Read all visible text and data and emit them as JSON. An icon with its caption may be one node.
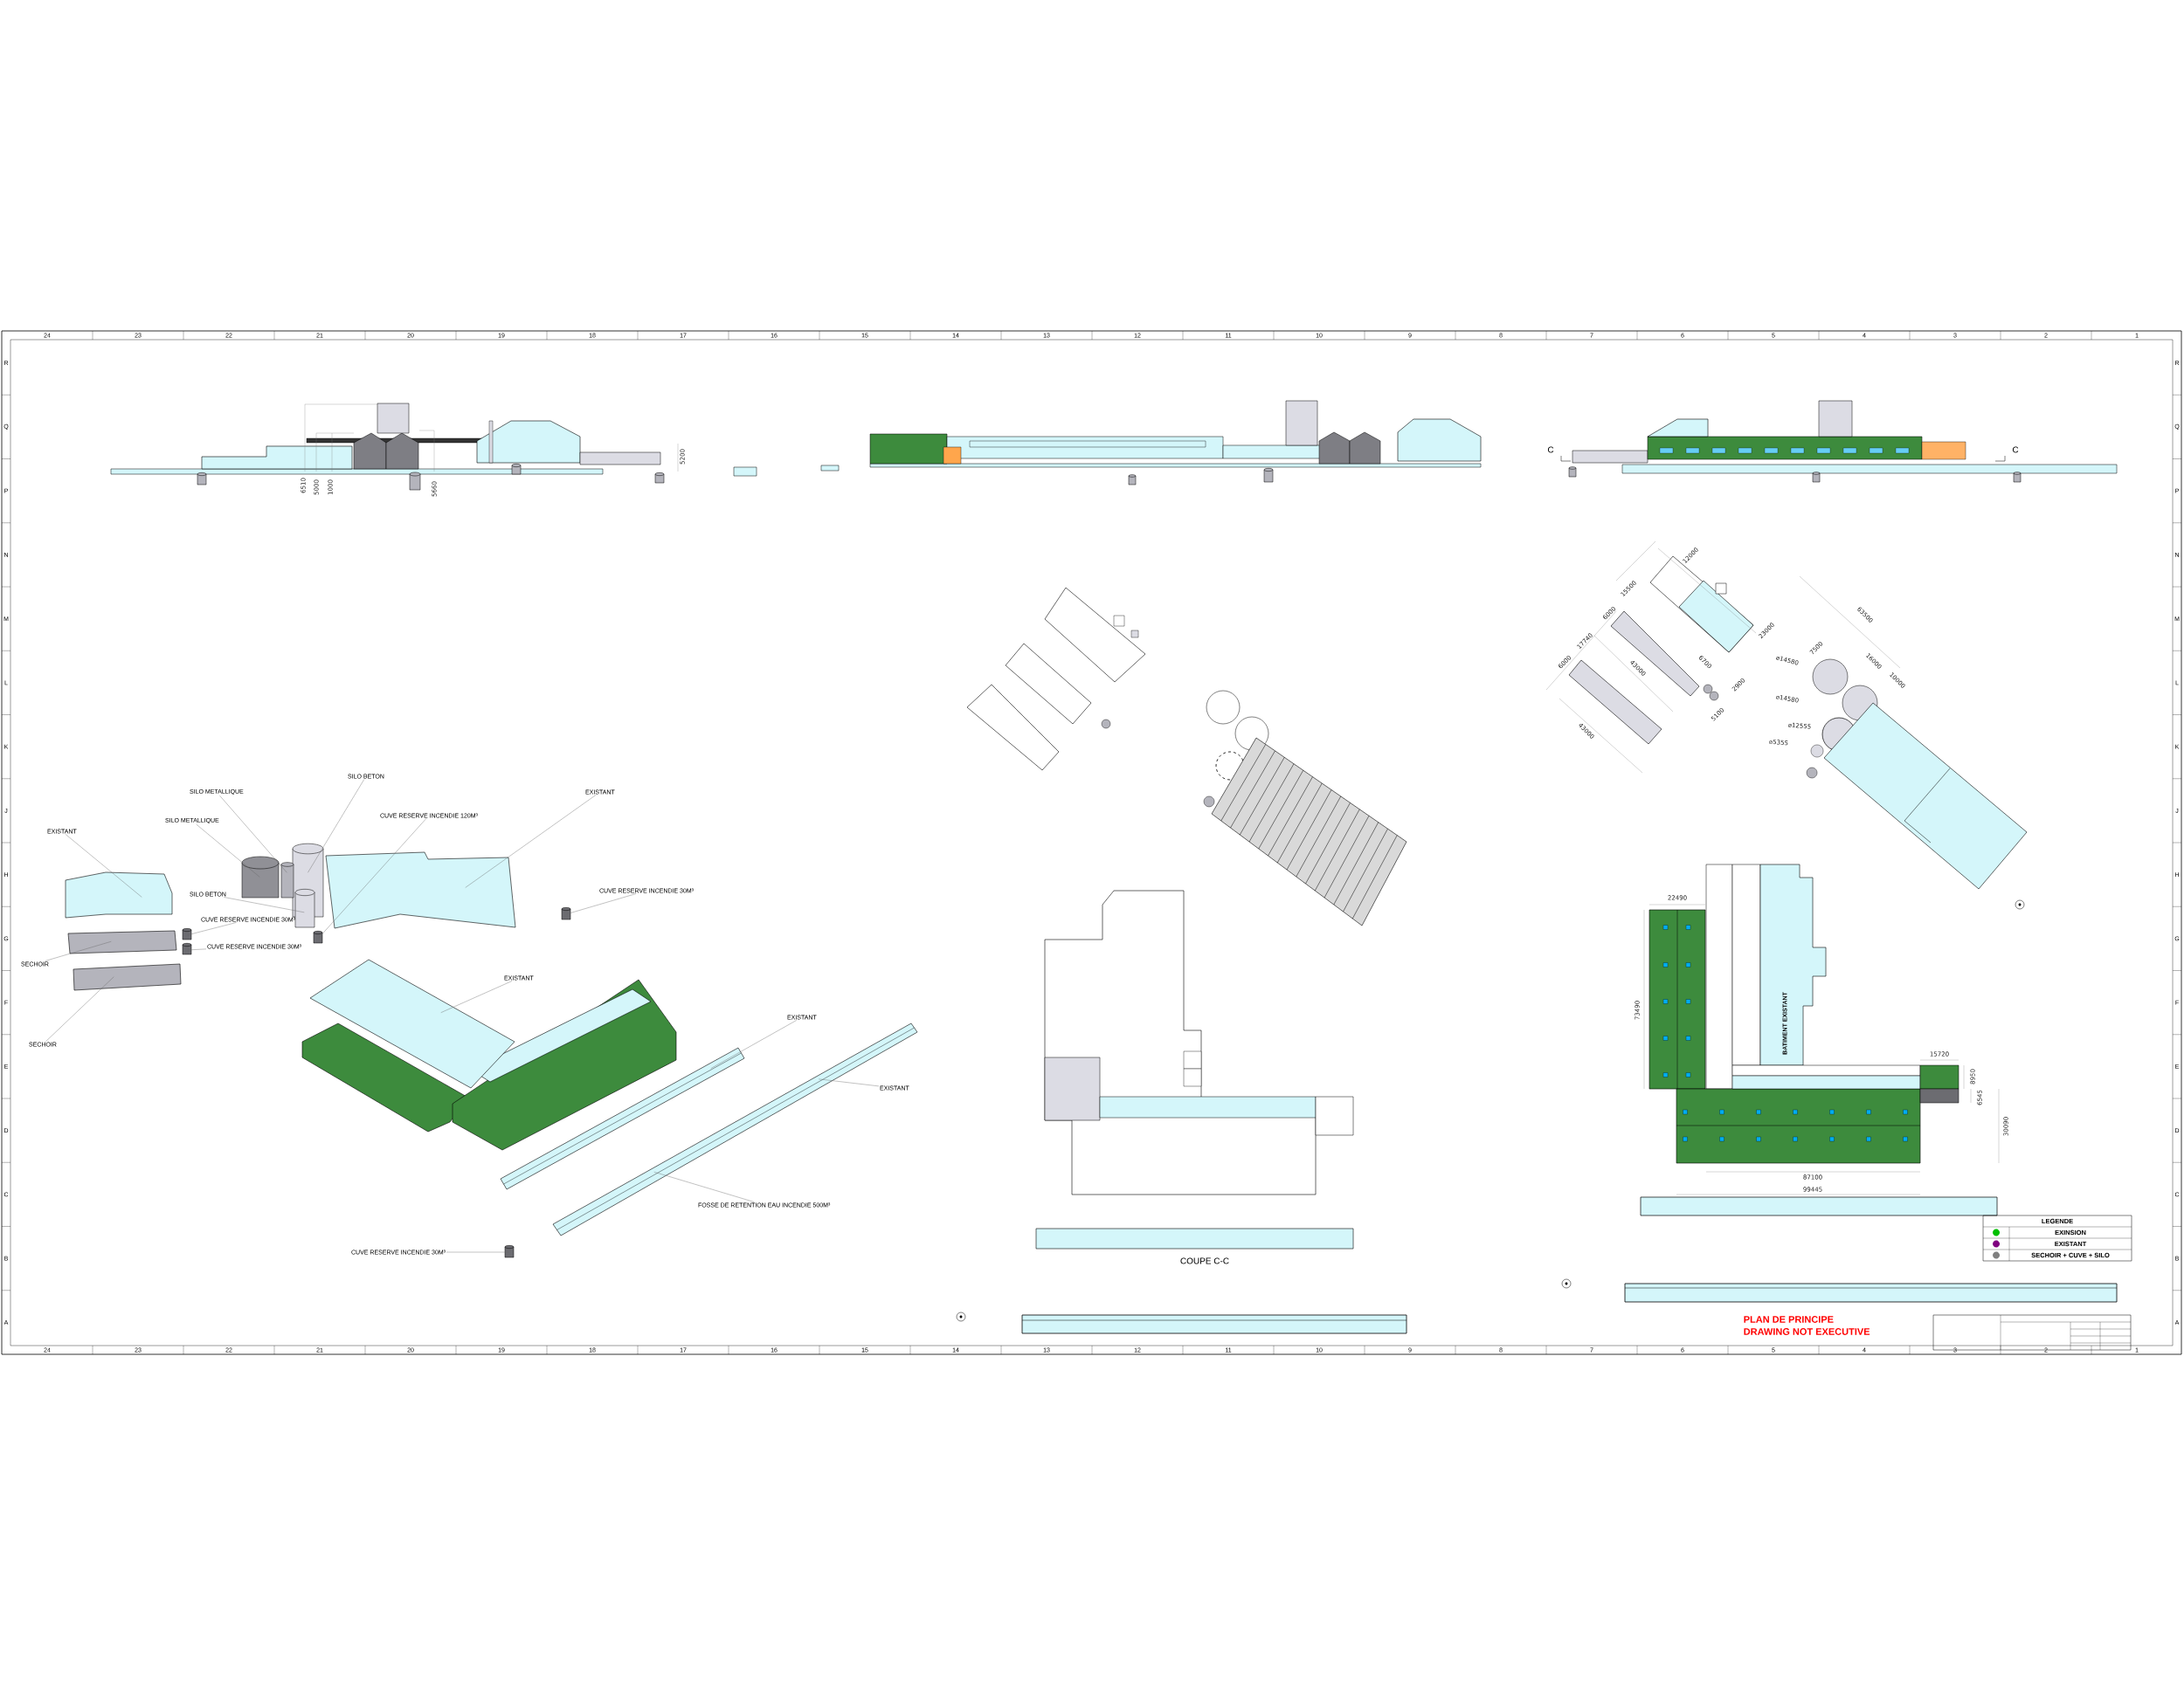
{
  "diagram": {
    "nodes": [
      {
        "text": [
          "SILO BETON"
        ]
      },
      {
        "text": [
          "SILO METALLIQUE"
        ]
      },
      {
        "text": [
          "EXISTANT"
        ]
      },
      {
        "text": [
          "CUVE RESERVE INCENDIE 120M³"
        ]
      },
      {
        "text": [
          "SILO METALLIQUE"
        ]
      },
      {
        "text": [
          "EXISTANT"
        ]
      },
      {
        "text": [
          "CUVE RESERVE INCENDIE 30M³"
        ]
      },
      {
        "text": [
          "SILO BETON"
        ]
      },
      {
        "text": [
          "CUVE RESERVE INCENDIE 30M³"
        ]
      },
      {
        "text": [
          "CUVE RESERVE INCENDIE 30M³"
        ]
      },
      {
        "text": [
          "SECHOIR"
        ]
      },
      {
        "text": [
          "EXISTANT"
        ]
      },
      {
        "text": [
          "EXISTANT"
        ]
      },
      {
        "text": [
          "SECHOIR"
        ]
      },
      {
        "text": [
          "EXISTANT"
        ]
      },
      {
        "text": [
          "FOSSE DE RETENTION EAU INCENDIE 500M³"
        ]
      },
      {
        "text": [
          "CUVE RESERVE INCENDIE 30M³"
        ]
      },
      {
        "text": [],
        "shape": "cylinder"
      },
      {
        "text": [],
        "shape": "cylinder"
      },
      {
        "text": [],
        "shape": "box"
      },
      {
        "text": [],
        "shape": "cylinder"
      },
      {
        "text": [],
        "shape": "box"
      },
      {
        "text": [],
        "shape": "cylinder"
      },
      {
        "text": [],
        "shape": "cylinder"
      },
      {
        "text": [],
        "shape": "cylinder"
      },
      {
        "text": [],
        "shape": "cylinder"
      },
      {
        "text": [],
        "shape": "cylinder"
      },
      {
        "text": [],
        "shape": "box"
      },
      {
        "text": [],
        "shape": "box"
      },
      {
        "text": [],
        "shape": "box"
      },
      {
        "text": [],
        "shape": "bar"
      },
      {
        "text": [],
        "shape": "bar"
      },
      {
        "text": [],
        "shape": "cylinder"
      }
    ],
    "edges": [
      {
        "from": 0,
        "to": 17,
        "arrow": "none"
      },
      {
        "from": 1,
        "to": 18,
        "arrow": "none"
      },
      {
        "from": 2,
        "to": 19,
        "arrow": "none"
      },
      {
        "from": 3,
        "to": 23,
        "arrow": "none"
      },
      {
        "from": 4,
        "to": 20,
        "arrow": "none"
      },
      {
        "from": 5,
        "to": 21,
        "arrow": "none"
      },
      {
        "from": 6,
        "to": 24,
        "arrow": "none"
      },
      {
        "from": 7,
        "to": 22,
        "arrow": "none"
      },
      {
        "from": 8,
        "to": 25,
        "arrow": "none"
      },
      {
        "from": 9,
        "to": 26,
        "arrow": "none"
      },
      {
        "from": 10,
        "to": 27,
        "arrow": "none"
      },
      {
        "from": 11,
        "to": 29,
        "arrow": "none"
      },
      {
        "from": 12,
        "to": 30,
        "arrow": "none"
      },
      {
        "from": 13,
        "to": 28,
        "arrow": "none"
      },
      {
        "from": 14,
        "to": 31,
        "arrow": "none"
      },
      {
        "from": 15,
        "to": 31,
        "arrow": "none"
      },
      {
        "from": 16,
        "to": 32,
        "arrow": "none"
      }
    ],
    "labels": [
      "24",
      "23",
      "22",
      "21",
      "20",
      "19",
      "18",
      "17",
      "16",
      "15",
      "14",
      "13",
      "12",
      "11",
      "10",
      "9",
      "8",
      "7",
      "6",
      "5",
      "4",
      "3",
      "2",
      "1",
      "R",
      "Q",
      "P",
      "N",
      "M",
      "L",
      "K",
      "J",
      "H",
      "G",
      "F",
      "E",
      "D",
      "C",
      "B",
      "A",
      "6510",
      "5000",
      "1000",
      "5660",
      "5200",
      "C",
      "C",
      "12000",
      "15500",
      "6000",
      "17740",
      "6000",
      "43000",
      "6700",
      "2900",
      "43000",
      "5100",
      "23000",
      "63500",
      "7500",
      "⌀14580",
      "16000",
      "10000",
      "⌀14580",
      "⌀12555",
      "⌀5355",
      "22490",
      "73490",
      "BATIMENT EXISTANT",
      "15720",
      "8950",
      "6545",
      "30090",
      "87100",
      "99445",
      "LEGENDE",
      "COUPE C-C",
      "PLAN DE PRINCIPE",
      "DRAWING NOT EXECUTIVE",
      "R",
      "Q",
      "P",
      "N",
      "M",
      "L",
      "K",
      "J",
      "H",
      "G",
      "F",
      "E",
      "D",
      "C",
      "B",
      "A",
      "24",
      "23",
      "22",
      "21",
      "20",
      "19",
      "18",
      "17",
      "16",
      "15",
      "14",
      "13",
      "12",
      "11",
      "10",
      "9",
      "8",
      "7",
      "6",
      "5",
      "4",
      "3",
      "2",
      "1"
    ],
    "legend": [
      {
        "text": "EXINSION",
        "color": "#00c000"
      },
      {
        "text": "EXISTANT",
        "color": "#800080"
      },
      {
        "text": "SECHOIR + CUVE + SILO",
        "color": "#808080"
      }
    ]
  }
}
